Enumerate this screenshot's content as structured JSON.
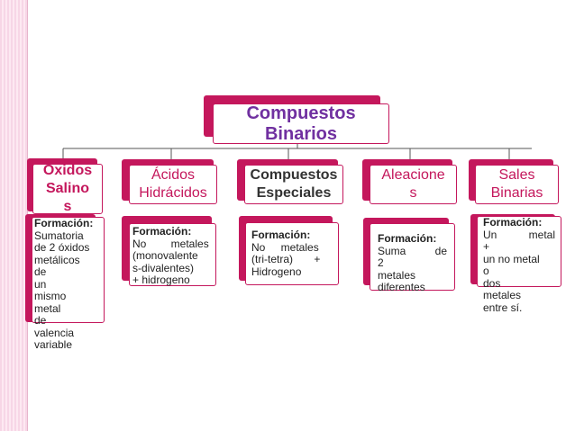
{
  "root": {
    "title_line1": "Compuestos",
    "title_line2": "Binarios"
  },
  "categories": [
    {
      "title_lines": [
        "Óxidos",
        "Salino",
        "s"
      ],
      "detail_label": "Formación:",
      "detail_lines": [
        "Sumatoria",
        "de 2 óxidos",
        "metálicos",
        "de un",
        "mismo",
        "metal de",
        "valencia",
        "variable"
      ]
    },
    {
      "title_lines": [
        "Ácidos",
        "Hidrácidos"
      ],
      "detail_label": "Formación:",
      "detail_lines": [
        "No metales",
        "(monovalente",
        "s-divalentes)",
        "+ hidrogeno"
      ]
    },
    {
      "title_lines": [
        "Compuestos",
        "Especiales"
      ],
      "detail_label": "Formación:",
      "detail_lines": [
        "No metales",
        "(tri-tetra) +",
        "Hidrogeno"
      ]
    },
    {
      "title_lines": [
        "Aleacione",
        "s"
      ],
      "detail_label": "Formación:",
      "detail_lines": [
        "Suma de 2",
        "metales",
        "diferentes"
      ]
    },
    {
      "title_lines": [
        "Sales",
        "Binarias"
      ],
      "detail_label": "Formación:",
      "detail_lines": [
        "Un metal +",
        "un no metal",
        "o dos",
        "metales",
        "entre sí."
      ]
    }
  ],
  "colors": {
    "accent": "#c4175c",
    "root_text": "#7030a0",
    "stripe": "#f7d6e6"
  }
}
